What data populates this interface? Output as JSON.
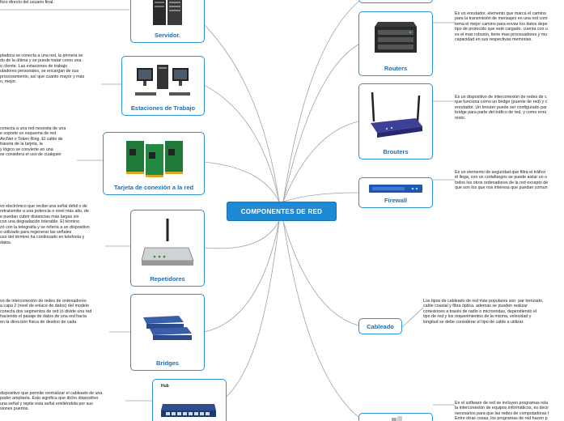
{
  "center": {
    "label": "COMPONENTES DE RED"
  },
  "nodes": {
    "servidor": {
      "label": "Servidor.",
      "note": "ficio directo del usuario final."
    },
    "estaciones": {
      "label": "Estaciones de Trabajo",
      "note": "ptadora se conecta a una red, la primera se\ndo de la última y se puede tratar como una\no cliente. Las estaciones de trabajo\nutadores personales, se encargan de sus\nprocesamiento, así que cuanto mayor y más\no, mejor."
    },
    "tarjeta": {
      "label": "Tarjeta de conexión a la red",
      "note": "conecta a una red necesita de una\ne soporte un esquema de red\nArcNet o Token Ring. El cable de\ntrasera de la tarjeta, la\ny lógico se convierte en una\nse considera el uso de cualquier"
    },
    "repetidores": {
      "label": "Repetidores",
      "note": "vo electrónico que recibe una señal débil o de\nretransmite a una potencia o nivel más alto, de\ne puedan cubrir distancias más largas sin\ncon una degradación tolerable. El término\nzó con la telegrafía y se refería a un dispositivo\no utilizado para regenerar las señales\nuso del término ha continuado en telefonía y\ndatos."
    },
    "bridges": {
      "label": "Bridges",
      "note": "vo de interconexión de redes de ordenadores\na capa 2 (nivel de enlace de datos) del modelo\nconecta dos segmentos de red (o divide una red\nhaciendo el pasaje de datos de una red hacia\nen la dirección física de destino de cada"
    },
    "hub": {
      "label": "Hub",
      "note": "dispositivo que permite centralizar el cableado de una\npoder ampliarla. Esto significa que dicho dispositivo\nuna señal y repite esta señal emitiéndola por sus\nsiones puertos."
    },
    "routers": {
      "label": "Routers",
      "note": "Es un enrutador, elemento que marca el camino\npara la transmisión de mensajes en una red com\ntoma el mejor camino para enviar los datos depe\ntipo de protocolo que esté cargado, cuenta con u\nes el mas robusto, tiene mas procesadores y mu\ncapacidad en sus respectivas memorias."
    },
    "brouters": {
      "label": "Brouters",
      "note": "Es un dispositivo de interconexión de redes de c\nque funciona como un bridge (puente de red) y c\nenrutador. Un brouter puede ser configurado par\nbridge para parte del tráfico de red, y como enru\nresto."
    },
    "firewall": {
      "label": "Firewall",
      "note": "Es un elemento de seguridad que filtra el tráfico\nél llega, con un cortafuegos se puede aislar un o\ntodos los otros ordenadores de la red excepto de\nque son los que nos interesa que puedan comun"
    },
    "cableado": {
      "label": "Cableado",
      "note": "Los tipos de cableado de red más populares son: par trenzado,\ncable coaxial y fibra óptica, además se pueden realizar\nconexiones a través de radio o microondas, dependiendo el\ntipo de red y los requerimientos de la misma, velocidad y\nlongitud se debe considerar el tipo de cable a utilizar."
    },
    "software": {
      "note": "En el software de red se incluyen programas rela\nla interconexión de equipos informáticos, es decir\nnecesarios para que las redes de computadoras t\nEntre otras cosas, los programas de red hacen p"
    }
  },
  "colors": {
    "accent": "#1e8ad6",
    "line": "#9aa3ad",
    "label": "#1a6fb8"
  }
}
